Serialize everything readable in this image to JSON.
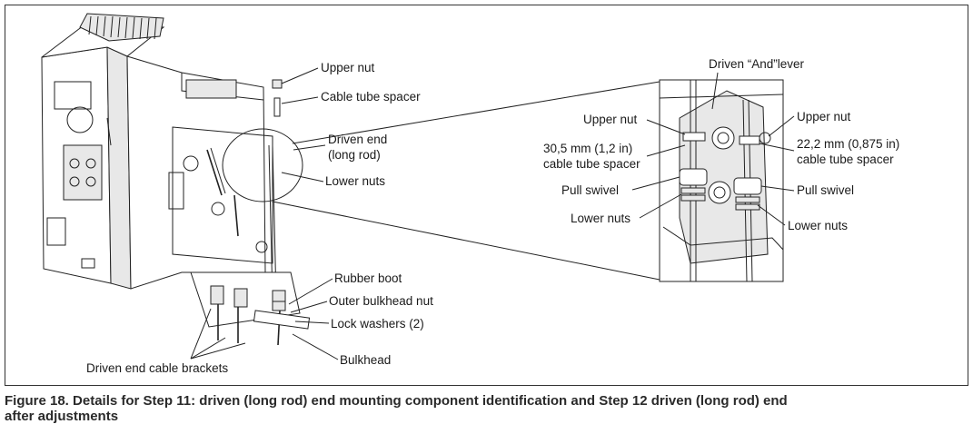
{
  "labels": {
    "upper_nut": "Upper nut",
    "cable_tube_spacer": "Cable tube spacer",
    "driven_end": "Driven end",
    "long_rod": "(long rod)",
    "lower_nuts": "Lower nuts",
    "rubber_boot": "Rubber boot",
    "outer_bulkhead_nut": "Outer bulkhead nut",
    "lock_washers": "Lock washers (2)",
    "bulkhead": "Bulkhead",
    "driven_end_cable_brackets": "Driven end cable brackets"
  },
  "detail": {
    "driven_and_lever": "Driven “And”lever",
    "upper_nut_left": "Upper nut",
    "spacer_left_line1": "30,5 mm (1,2 in)",
    "spacer_left_line2": "cable tube spacer",
    "pull_swivel_left": "Pull swivel",
    "lower_nuts_left": "Lower nuts",
    "upper_nut_right": "Upper nut",
    "spacer_right_line1": "22,2 mm (0,875 in)",
    "spacer_right_line2": "cable tube spacer",
    "pull_swivel_right": "Pull swivel",
    "lower_nuts_right": "Lower nuts"
  },
  "caption": {
    "line1": "Figure 18. Details for Step 11: driven (long rod) end mounting component identification and Step 12 driven (long rod) end",
    "line2": "after adjustments"
  }
}
